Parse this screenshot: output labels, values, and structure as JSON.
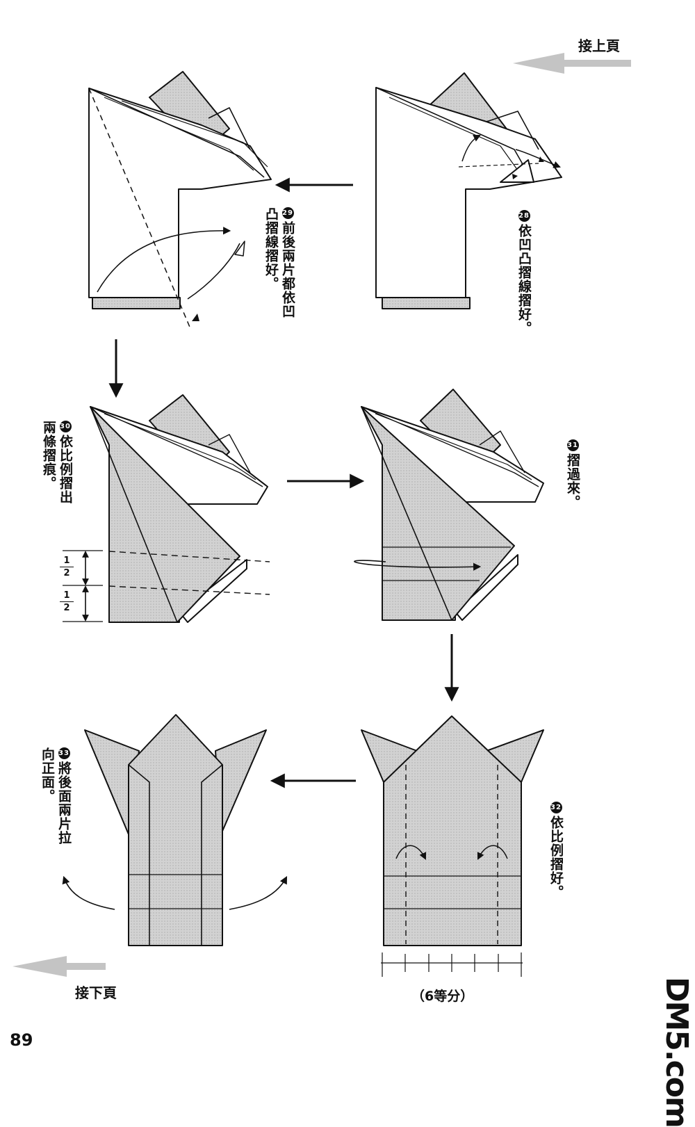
{
  "nav": {
    "prev_page": "接上頁",
    "next_page": "接下頁"
  },
  "page_number": "89",
  "steps": [
    {
      "num": "28",
      "text": "依凹凸摺線摺好。"
    },
    {
      "num": "29",
      "text": "前後兩片都依凹凸摺線摺好。"
    },
    {
      "num": "30",
      "text": "依比例摺出兩條摺痕。"
    },
    {
      "num": "31",
      "text": "摺過來。"
    },
    {
      "num": "32",
      "text": "依比例摺好。"
    },
    {
      "num": "33",
      "text": "將後面兩片拉向正面。"
    }
  ],
  "fraction": {
    "num": "1",
    "den": "2"
  },
  "division_label": "（6等分）",
  "watermark": "DM5.com",
  "colors": {
    "paper_fill": "#cfcfcf",
    "line": "#111111",
    "arrow_grey": "#bdbdbd"
  }
}
